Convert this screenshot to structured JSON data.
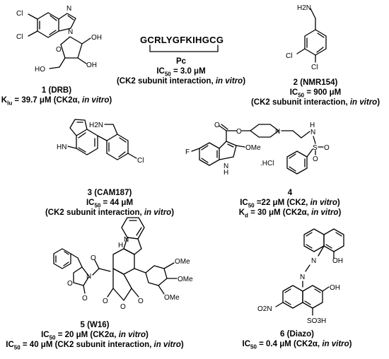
{
  "compounds": [
    {
      "id": "1",
      "name": "1 (DRB)",
      "value_label": "K",
      "value_sub": "lu",
      "value_text": " = 39.7 μM (CK2α, ",
      "context": "in vitro",
      "tail": ")"
    },
    {
      "id": "pc",
      "name": "Pc",
      "sequence": "GCRLYGFKIHGCG",
      "value_label": "IC",
      "value_sub": "50",
      "value_text": " = 3.0 μM",
      "line2_text": "(CK2 subunit interaction, ",
      "context": "in vitro",
      "tail": ")"
    },
    {
      "id": "2",
      "name": "2 (NMR154)",
      "value_label": "IC",
      "value_sub": "50",
      "value_text": " = 900 μM",
      "line2_text": "(CK2 subunit interaction, ",
      "context": "in vitro",
      "tail": ")"
    },
    {
      "id": "3",
      "name": "3 (CAM187)",
      "value_label": "IC",
      "value_sub": "50",
      "value_text": " = 44 μM",
      "line2_text": "(CK2 subunit interaction, ",
      "context": "in vitro",
      "tail": ")"
    },
    {
      "id": "4",
      "name": "4",
      "value_label": "IC",
      "value_sub": "50",
      "value_text": " =22 μM (CK2, ",
      "context": "in vitro",
      "tail": ")",
      "value2_label": "K",
      "value2_sub": "d",
      "value2_text": " = 30 μM (CK2α, ",
      "context2": "in vitro",
      "tail2": ")"
    },
    {
      "id": "5",
      "name": "5 (W16)",
      "value_label": "IC",
      "value_sub": "50",
      "value_text": " = 20 μM (CK2α, ",
      "context": "in vitro",
      "tail": ")",
      "value2_label": "IC",
      "value2_sub": "50",
      "value2_text": " = 40 μM (CK2 subunit interaction, ",
      "context2": "in vitro",
      "tail2": ")"
    },
    {
      "id": "6",
      "name": "6 (Diazo)",
      "value_label": "IC",
      "value_sub": "50",
      "value_text": " = 0.4 μM (CK2α, ",
      "context": "in vitro",
      "tail": ")"
    }
  ],
  "atoms": {
    "cl": "Cl",
    "n": "N",
    "oh": "OH",
    "ho": "HO",
    "o": "O",
    "h2n": "H2N",
    "hn": "HN",
    "f": "F",
    "ome": "OMe",
    "h": "H",
    "hcl": ".HCl",
    "s": "S",
    "no2": "O2N",
    "so3h": "SO3H",
    "nh": "N"
  }
}
